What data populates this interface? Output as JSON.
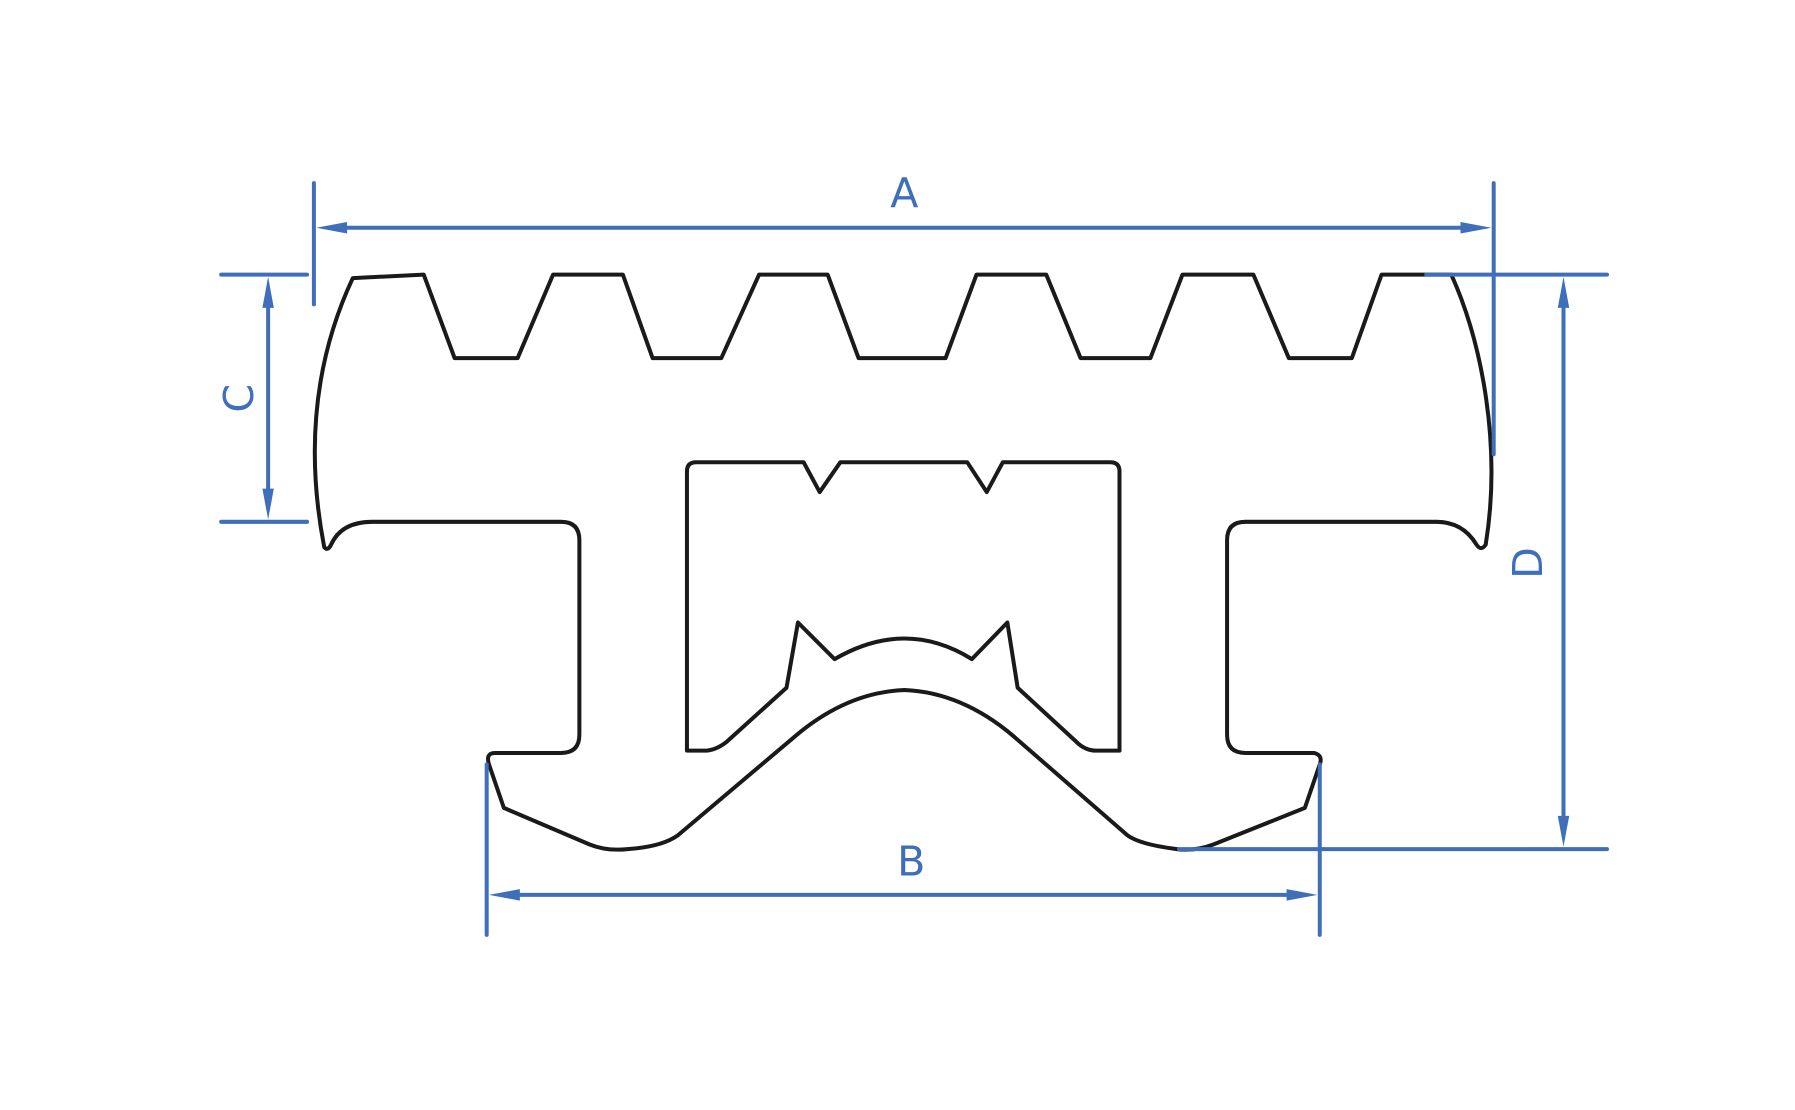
{
  "diagram": {
    "type": "extrusion profile cross-section",
    "dimensions": [
      {
        "label": "A"
      },
      {
        "label": "B"
      },
      {
        "label": "C"
      },
      {
        "label": "D"
      }
    ],
    "colors": {
      "profile": "#1a1a1a",
      "dimension": "#3f6fba",
      "background": "#ffffff"
    }
  }
}
